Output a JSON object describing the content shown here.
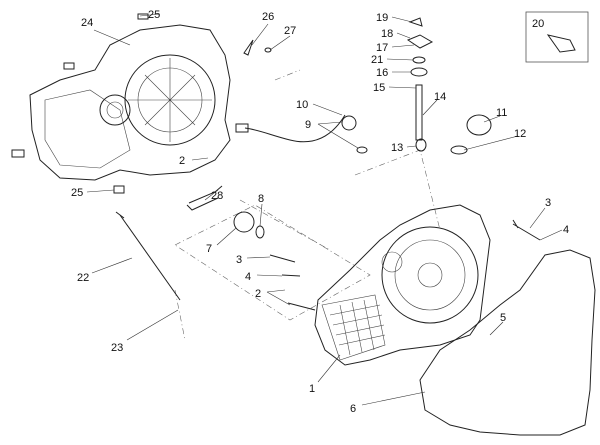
{
  "diagram": {
    "labels": [
      "25",
      "26",
      "27",
      "24",
      "19",
      "18",
      "17",
      "21",
      "16",
      "15",
      "20",
      "10",
      "9",
      "14",
      "11",
      "12",
      "13",
      "2",
      "25",
      "28",
      "8",
      "7",
      "3",
      "3",
      "4",
      "4",
      "2",
      "22",
      "5",
      "23",
      "1",
      "6"
    ]
  }
}
